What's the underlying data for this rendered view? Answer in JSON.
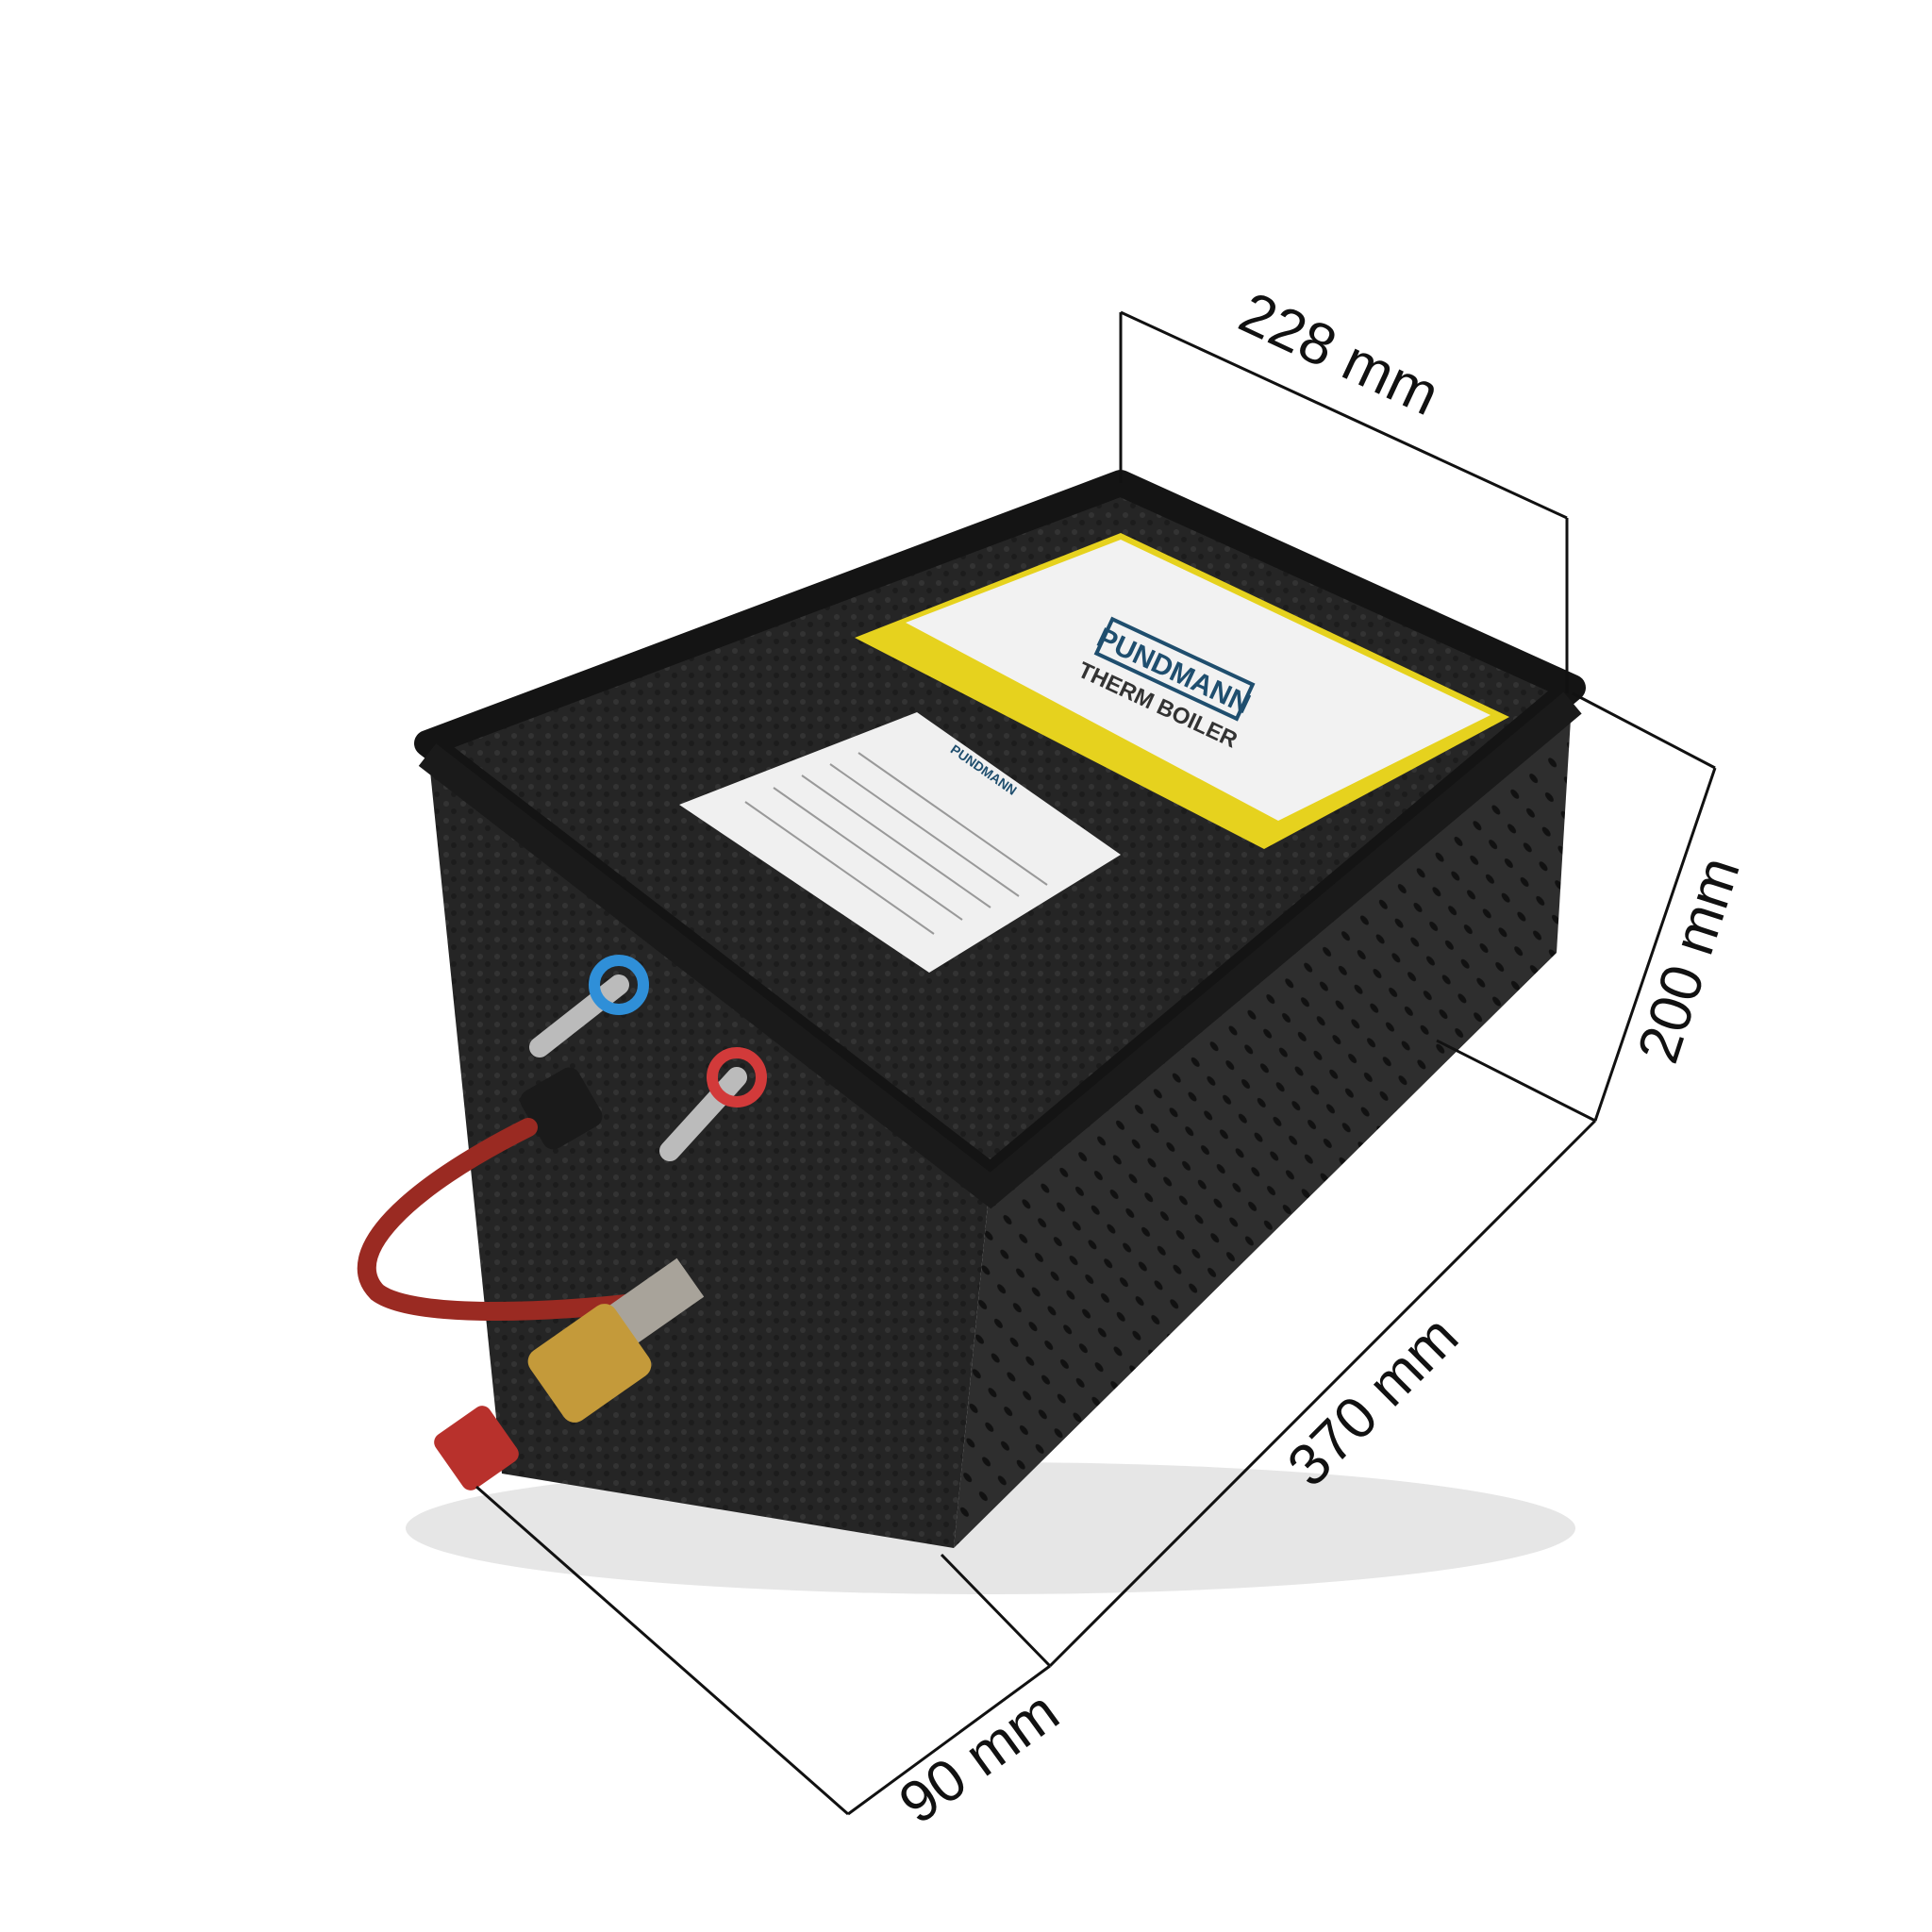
{
  "product": {
    "brand": "PUNDMANN",
    "model": "THERM BOILER"
  },
  "dimensions": {
    "width": "228 mm",
    "height": "200 mm",
    "length": "370 mm",
    "depth": "90 mm"
  },
  "colors": {
    "body": "#2a2a2a",
    "label_yellow": "#e6d21e",
    "cold_ring": "#2f8fd8",
    "hot_ring": "#d23a3a",
    "hose": "#9a2a22",
    "brass": "#c49a3a"
  }
}
